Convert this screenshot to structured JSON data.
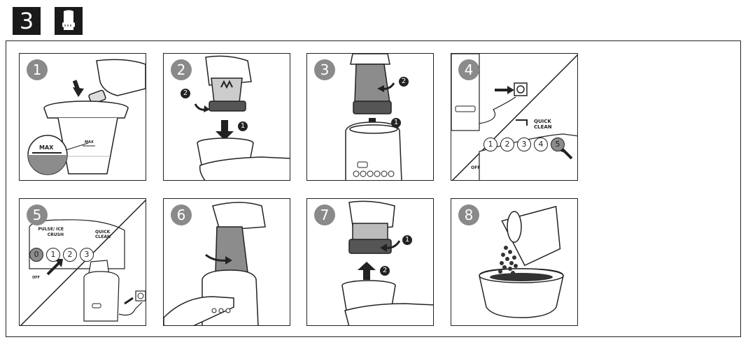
{
  "section": {
    "number": "3"
  },
  "steps": [
    {
      "number": "1",
      "labels": {
        "max_badge": "MAX",
        "max_cup": "MAX"
      }
    },
    {
      "number": "2",
      "markers": {
        "a": "2",
        "b": "1"
      }
    },
    {
      "number": "3",
      "markers": {
        "a": "2",
        "b": "1"
      }
    },
    {
      "number": "4",
      "labels": {
        "quick_clean": "QUICK CLEAN",
        "off": "OFF"
      },
      "buttons": [
        "1",
        "2",
        "3",
        "4",
        "5"
      ]
    },
    {
      "number": "5",
      "labels": {
        "pulse": "PULSE/ ICE CRUSH",
        "quick_clean": "QUICK CLEAN",
        "off": "OFF"
      },
      "buttons": [
        "0",
        "1",
        "2",
        "3"
      ]
    },
    {
      "number": "6"
    },
    {
      "number": "7",
      "markers": {
        "a": "1",
        "b": "2"
      }
    },
    {
      "number": "8"
    }
  ],
  "icons": [
    "cup-icon",
    "arrow-icon",
    "plug-icon",
    "hand-icon",
    "bowl-icon",
    "beans-icon"
  ],
  "colors": {
    "badge_bg": "#1a1a1a",
    "step_circle": "#8a8a8a",
    "gray_part": "#8c8c8c"
  }
}
